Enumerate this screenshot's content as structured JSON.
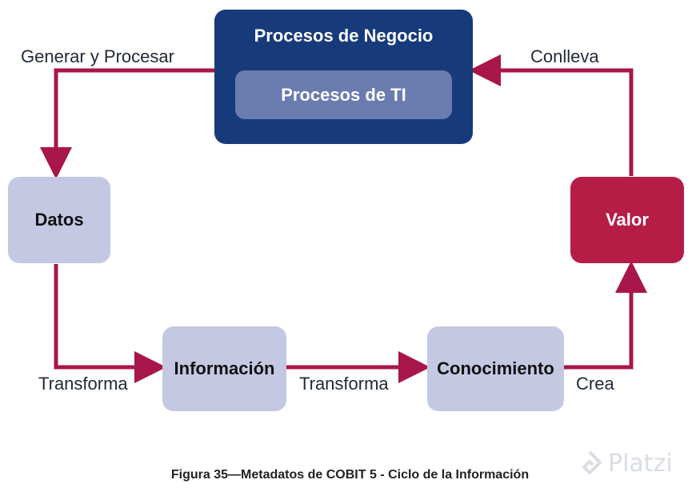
{
  "nodes": {
    "business_processes": "Procesos de Negocio",
    "it_processes": "Procesos de TI",
    "data": "Datos",
    "information": "Información",
    "knowledge": "Conocimiento",
    "value": "Valor"
  },
  "edges": {
    "generate_process": "Generar y Procesar",
    "transform_1": "Transforma",
    "transform_2": "Transforma",
    "creates": "Crea",
    "entails": "Conlleva"
  },
  "caption": "Figura 35—Metadatos de COBIT 5 - Ciclo de la Información",
  "watermark": "Platzi",
  "colors": {
    "arrow": "#a8164a",
    "main_box": "#173b7a",
    "inner_box": "#6a7bb0",
    "light_box": "#c5c8e2",
    "value_box": "#b51d47"
  }
}
